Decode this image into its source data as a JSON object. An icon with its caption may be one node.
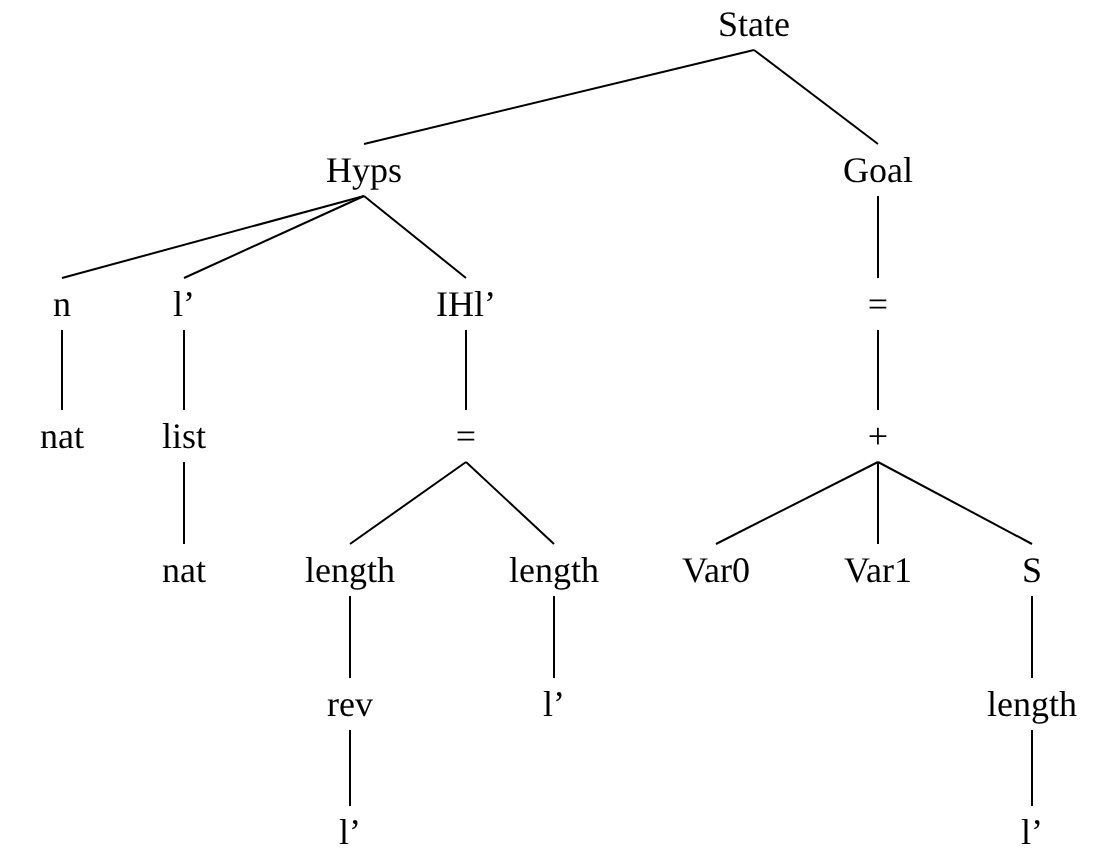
{
  "diagram": {
    "nodes": [
      {
        "text": [
          "State"
        ]
      },
      {
        "text": [
          "Hyps"
        ]
      },
      {
        "text": [
          "Goal"
        ]
      },
      {
        "text": [
          "n"
        ]
      },
      {
        "text": [
          "l’"
        ]
      },
      {
        "text": [
          "IHl’"
        ]
      },
      {
        "text": [
          "="
        ]
      },
      {
        "text": [
          "nat"
        ]
      },
      {
        "text": [
          "list"
        ]
      },
      {
        "text": [
          "="
        ]
      },
      {
        "text": [
          "+"
        ]
      },
      {
        "text": [
          "nat"
        ]
      },
      {
        "text": [
          "length"
        ]
      },
      {
        "text": [
          "length"
        ]
      },
      {
        "text": [
          "Var0"
        ]
      },
      {
        "text": [
          "Var1"
        ]
      },
      {
        "text": [
          "S"
        ]
      },
      {
        "text": [
          "rev"
        ]
      },
      {
        "text": [
          "l’"
        ]
      },
      {
        "text": [
          "length"
        ]
      },
      {
        "text": [
          "l’"
        ]
      },
      {
        "text": [
          "l’"
        ]
      }
    ],
    "edges": [
      {
        "from": 0,
        "to": 1,
        "arrow": "none"
      },
      {
        "from": 0,
        "to": 2,
        "arrow": "none"
      },
      {
        "from": 1,
        "to": 3,
        "arrow": "none"
      },
      {
        "from": 1,
        "to": 4,
        "arrow": "none"
      },
      {
        "from": 1,
        "to": 5,
        "arrow": "none"
      },
      {
        "from": 2,
        "to": 6,
        "arrow": "none"
      },
      {
        "from": 3,
        "to": 7,
        "arrow": "none"
      },
      {
        "from": 4,
        "to": 8,
        "arrow": "none"
      },
      {
        "from": 5,
        "to": 9,
        "arrow": "none"
      },
      {
        "from": 6,
        "to": 10,
        "arrow": "none"
      },
      {
        "from": 8,
        "to": 11,
        "arrow": "none"
      },
      {
        "from": 9,
        "to": 12,
        "arrow": "none"
      },
      {
        "from": 9,
        "to": 13,
        "arrow": "none"
      },
      {
        "from": 10,
        "to": 14,
        "arrow": "none"
      },
      {
        "from": 10,
        "to": 15,
        "arrow": "none"
      },
      {
        "from": 10,
        "to": 16,
        "arrow": "none"
      },
      {
        "from": 12,
        "to": 17,
        "arrow": "none"
      },
      {
        "from": 13,
        "to": 18,
        "arrow": "none"
      },
      {
        "from": 16,
        "to": 19,
        "arrow": "none"
      },
      {
        "from": 17,
        "to": 20,
        "arrow": "none"
      },
      {
        "from": 19,
        "to": 21,
        "arrow": "none"
      }
    ]
  }
}
